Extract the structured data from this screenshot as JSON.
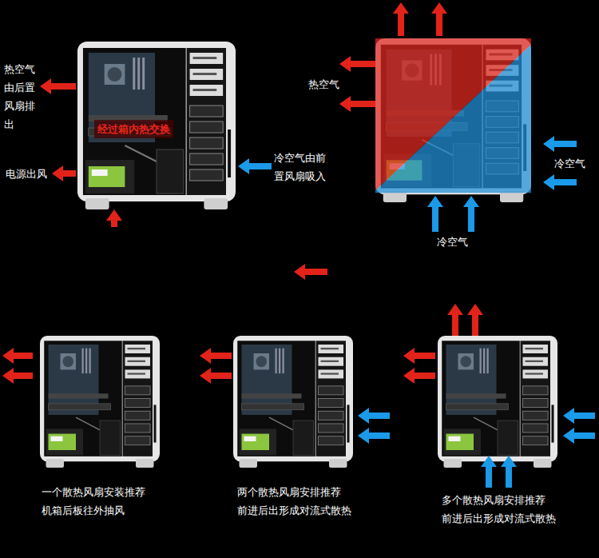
{
  "diagram": {
    "labels": [
      "热空气 由后置 风扇排出",
      "经过箱内热交换",
      "电源出风",
      "冷空气由前 置风扇吸入",
      "热空气",
      "冷空气",
      "冷空气",
      "一个散热风扇安装推荐 机箱后板往外抽风",
      "两个散热风扇安排推荐 前进后出形成对流式散热",
      "多个散热风扇安排推荐 前进后出形成对流式散热"
    ]
  }
}
